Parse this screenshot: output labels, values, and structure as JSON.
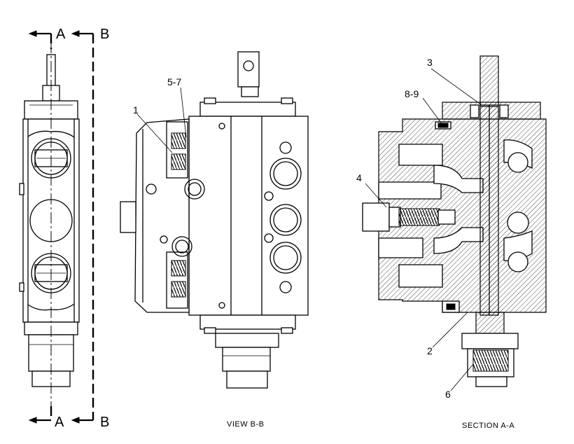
{
  "section_labels": {
    "a_top": "A",
    "b_top": "B",
    "a_bottom": "A",
    "b_bottom": "B"
  },
  "views": {
    "view_bb": "VIEW B-B",
    "section_aa": "SECTION A-A"
  },
  "callouts": {
    "c1": "1",
    "c57": "5-7",
    "c3": "3",
    "c89": "8-9",
    "c4": "4",
    "c2": "2",
    "c6": "6"
  }
}
